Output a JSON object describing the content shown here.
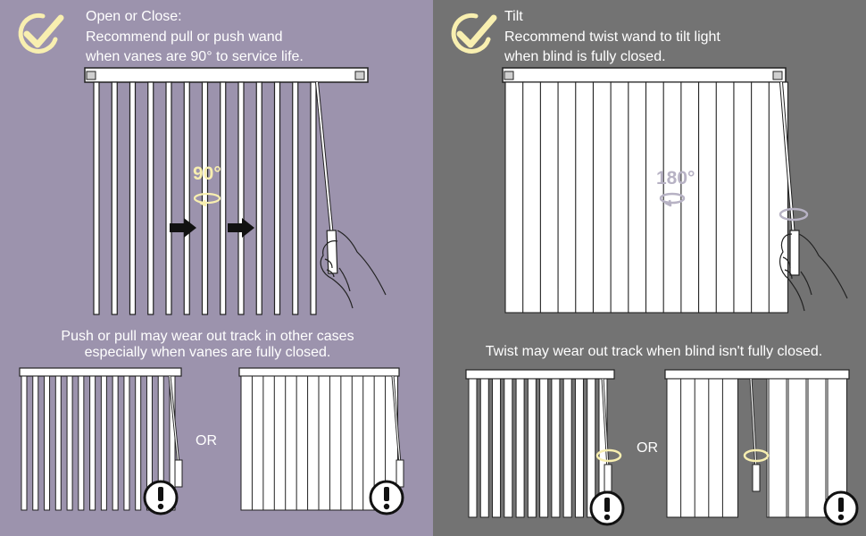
{
  "left": {
    "heading": "Open or Close:",
    "line1": "Recommend pull or push wand",
    "line2": "when vanes are 90° to service life.",
    "angle_label": "90°",
    "warning_line1": "Push or pull may wear out track in other cases",
    "warning_line2": "especially when vanes are fully closed.",
    "or_label": "OR"
  },
  "right": {
    "heading": "Tilt",
    "line1": "Recommend twist wand to tilt light",
    "line2": "when blind is fully closed.",
    "angle_label": "180°",
    "warning_line1": "Twist may wear out track when blind isn't fully closed.",
    "or_label": "OR"
  },
  "icons": {
    "check": "check-circle-icon",
    "warning": "exclamation-circle-icon",
    "arrow": "arrow-right-icon",
    "rotate": "rotate-icon",
    "hand": "hand-icon"
  },
  "colors": {
    "left_bg": "#9c93ad",
    "right_bg": "#737373",
    "accent": "#f8efb0",
    "vane": "#ffffff",
    "outline": "#222222"
  }
}
